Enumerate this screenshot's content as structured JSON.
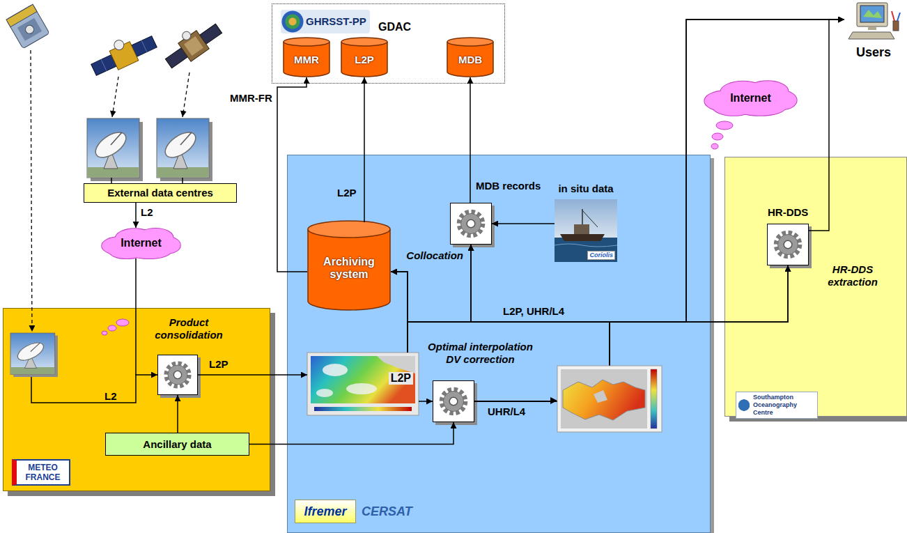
{
  "diagram": {
    "nodes": [
      {
        "text": [
          "GHRSST-PP",
          "GDAC"
        ]
      },
      {
        "text": [
          "MMR"
        ],
        "in": 0
      },
      {
        "text": [
          "L2P"
        ],
        "in": 0
      },
      {
        "text": [
          "MDB"
        ],
        "in": 0
      },
      {
        "text": [
          "Users"
        ]
      },
      {
        "text": [
          "Internet"
        ]
      },
      {
        "text": [
          "External data centres"
        ]
      },
      {
        "text": [
          "Internet"
        ]
      },
      {
        "text": [
          "METEO FRANCE"
        ]
      },
      {
        "text": [
          "Product consolidation"
        ],
        "in": 8
      },
      {
        "text": [
          "Ancillary data"
        ],
        "in": 8
      },
      {
        "text": [
          "Ifremer",
          "CERSAT"
        ]
      },
      {
        "text": [
          "Archiving system"
        ],
        "in": 11
      },
      {
        "text": [
          "Collocation"
        ],
        "in": 11
      },
      {
        "text": [
          "in situ data",
          "Coriolis"
        ],
        "in": 11
      },
      {
        "text": [
          "L2P"
        ],
        "in": 11
      },
      {
        "text": [
          "Optimal interpolation DV correction"
        ],
        "in": 11
      },
      {
        "text": [
          "Southampton Oceanography Centre"
        ]
      },
      {
        "text": [
          "HR-DDS extraction"
        ],
        "in": 17
      }
    ],
    "edges": [
      {
        "from": 6,
        "to": 7,
        "label": "L2",
        "arrow": "to"
      },
      {
        "from": 7,
        "to": 9,
        "arrow": "to"
      },
      {
        "from": 9,
        "to": 15,
        "label": "L2P",
        "arrow": "to"
      },
      {
        "from": 10,
        "to": 9,
        "arrow": "to"
      },
      {
        "from": 10,
        "to": 16,
        "arrow": "to"
      },
      {
        "from": 15,
        "to": 16,
        "arrow": "to"
      },
      {
        "from": 15,
        "to": 12,
        "arrow": "to"
      },
      {
        "from": 15,
        "to": 13,
        "arrow": "to"
      },
      {
        "from": 15,
        "to": 18,
        "arrow": "to"
      },
      {
        "from": 15,
        "to": 4,
        "arrow": "to"
      },
      {
        "from": 16,
        "to": 12,
        "arrow": "to"
      },
      {
        "from": 16,
        "to": 13,
        "arrow": "to"
      },
      {
        "from": 16,
        "to": 18,
        "arrow": "to"
      },
      {
        "from": 16,
        "to": 4,
        "arrow": "to"
      },
      {
        "from": 12,
        "to": 1,
        "label": "MMR-FR",
        "arrow": "to"
      },
      {
        "from": 12,
        "to": 2,
        "label": "L2P",
        "arrow": "to"
      },
      {
        "from": 13,
        "to": 3,
        "label": "MDB records",
        "arrow": "to"
      },
      {
        "from": 14,
        "to": 13,
        "arrow": "to"
      },
      {
        "from": 18,
        "to": 4,
        "label": "HR-DDS",
        "arrow": "to"
      }
    ],
    "labels": [
      "L2",
      "UHR/L4",
      "L2P, UHR/L4"
    ]
  }
}
